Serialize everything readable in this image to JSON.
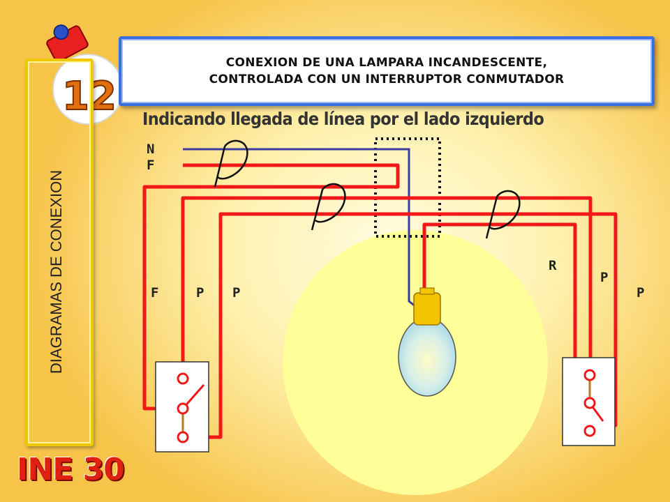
{
  "slide": {
    "title_line1": "CONEXION DE UNA LAMPARA INCANDESCENTE,",
    "title_line2": "CONTROLADA CON UN INTERRUPTOR CONMUTADOR",
    "subtitle": "Indicando llegada de línea por el lado izquierdo",
    "side_label": "DIAGRAMAS DE CONEXION",
    "badge_number": "12",
    "brand": "INE 30"
  },
  "diagram": {
    "line_labels": [
      "N",
      "F"
    ],
    "left_switch_labels": [
      "F",
      "P",
      "P"
    ],
    "right_switch_labels": [
      "R",
      "P",
      "P"
    ],
    "colors": {
      "neutral": "#3a3aa0",
      "phase": "#f01818",
      "lamp_glow": "#ffff99",
      "title_border": "#3a6fe0"
    }
  }
}
